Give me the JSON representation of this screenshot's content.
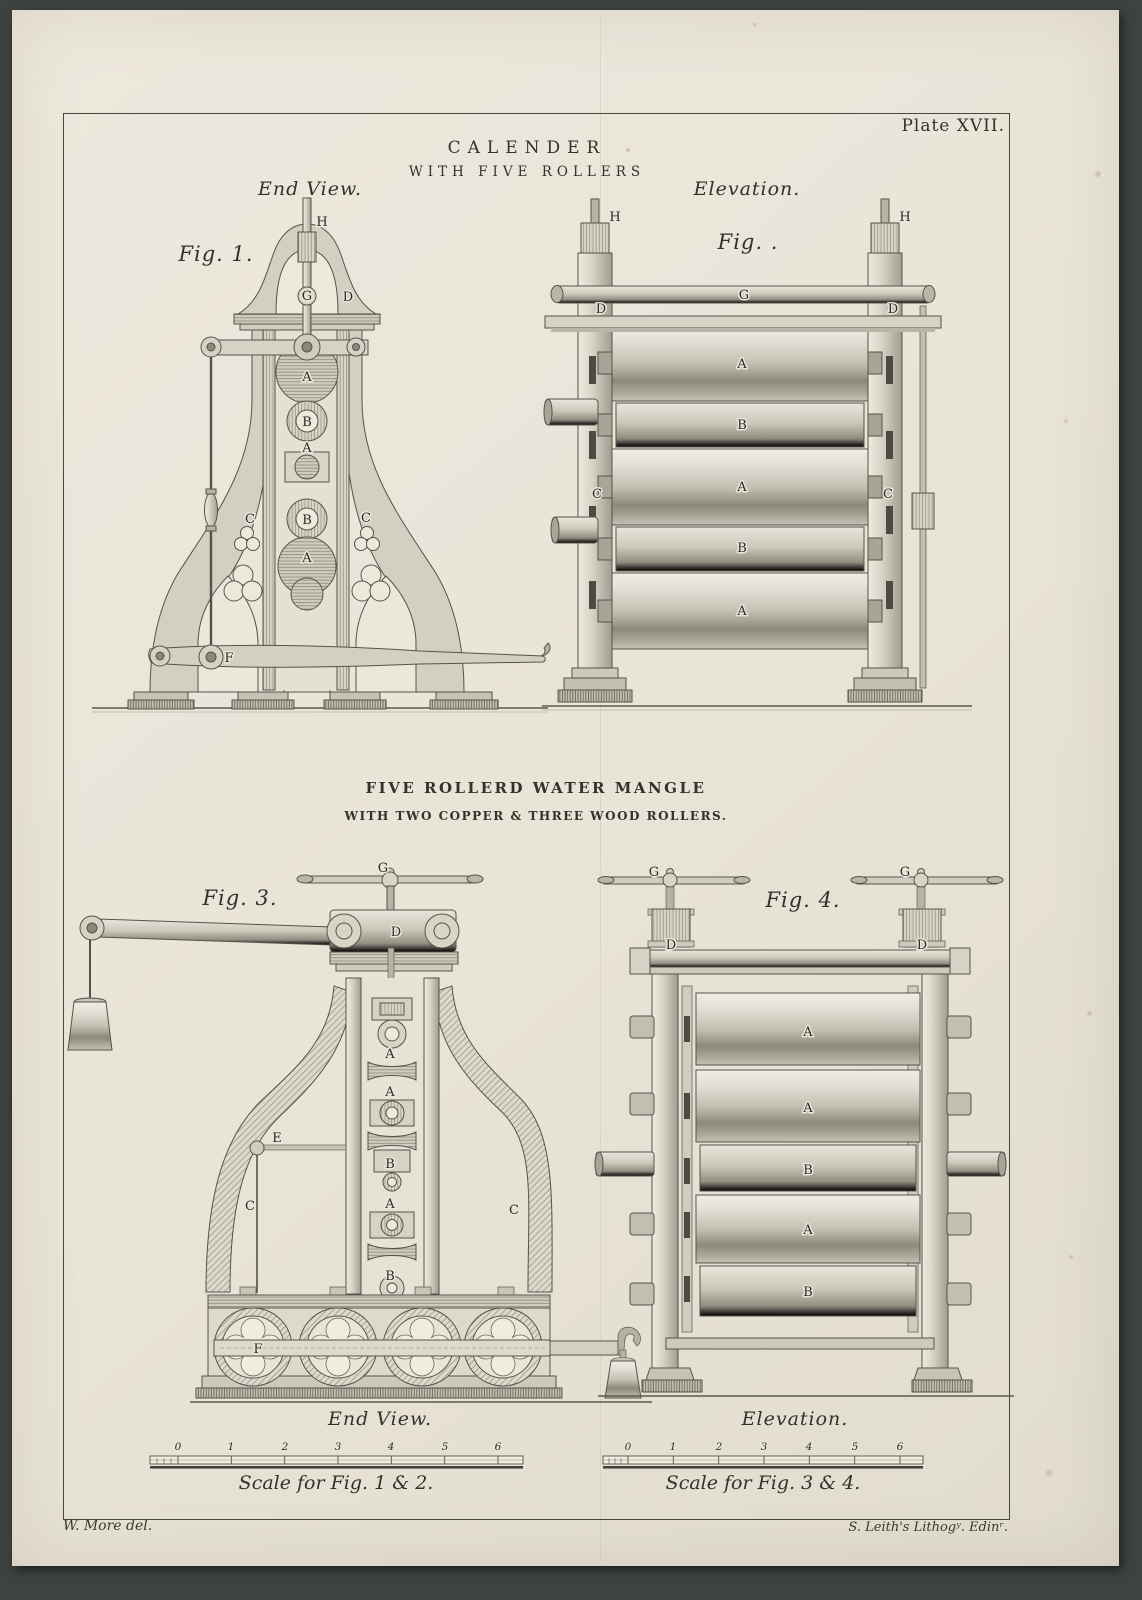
{
  "plate": {
    "number": "Plate XVII.",
    "title1": "CALENDER",
    "title2": "WITH FIVE ROLLERS",
    "subtitle1": "FIVE ROLLERD WATER MANGLE",
    "subtitle2": "WITH TWO COPPER & THREE WOOD ROLLERS.",
    "credit_left": "W. More del.",
    "credit_right": "S. Leith's Lithogʸ. Edinʳ."
  },
  "fig1": {
    "label": "Fig. 1.",
    "caption": "End View.",
    "parts": {
      "H": "H",
      "G": "G",
      "D": "D",
      "C_left": "C",
      "C_right": "C",
      "F": "F",
      "rollers": [
        "A",
        "B",
        "A",
        "B",
        "A"
      ]
    }
  },
  "fig2": {
    "label": "Fig. .",
    "caption": "Elevation.",
    "parts": {
      "H_left": "H",
      "H_right": "H",
      "G": "G",
      "D_left": "D",
      "D_right": "D",
      "C_left": "C",
      "C_right": "C",
      "rollers": [
        "A",
        "B",
        "A",
        "B",
        "A"
      ]
    }
  },
  "fig3": {
    "label": "Fig. 3.",
    "caption": "End View.",
    "parts": {
      "G": "G",
      "D": "D",
      "E": "E",
      "C_left": "C",
      "C_right": "C",
      "F": "F",
      "rollers": [
        "A",
        "A",
        "B",
        "A",
        "B"
      ]
    }
  },
  "fig4": {
    "label": "Fig. 4.",
    "caption": "Elevation.",
    "parts": {
      "G_left": "G",
      "G_right": "G",
      "D_left": "D",
      "D_right": "D",
      "rollers": [
        "A",
        "A",
        "B",
        "A",
        "B"
      ]
    }
  },
  "scale_left": {
    "ticks": [
      "0",
      "1",
      "2",
      "3",
      "4",
      "5",
      "6"
    ],
    "caption": "Scale for Fig. 1 & 2."
  },
  "scale_right": {
    "ticks": [
      "0",
      "1",
      "2",
      "3",
      "4",
      "5",
      "6"
    ],
    "caption": "Scale for Fig. 3 & 4."
  },
  "colors": {
    "paper": "#e9e4d8",
    "ink": "#35322b",
    "background": "#3f433f"
  }
}
